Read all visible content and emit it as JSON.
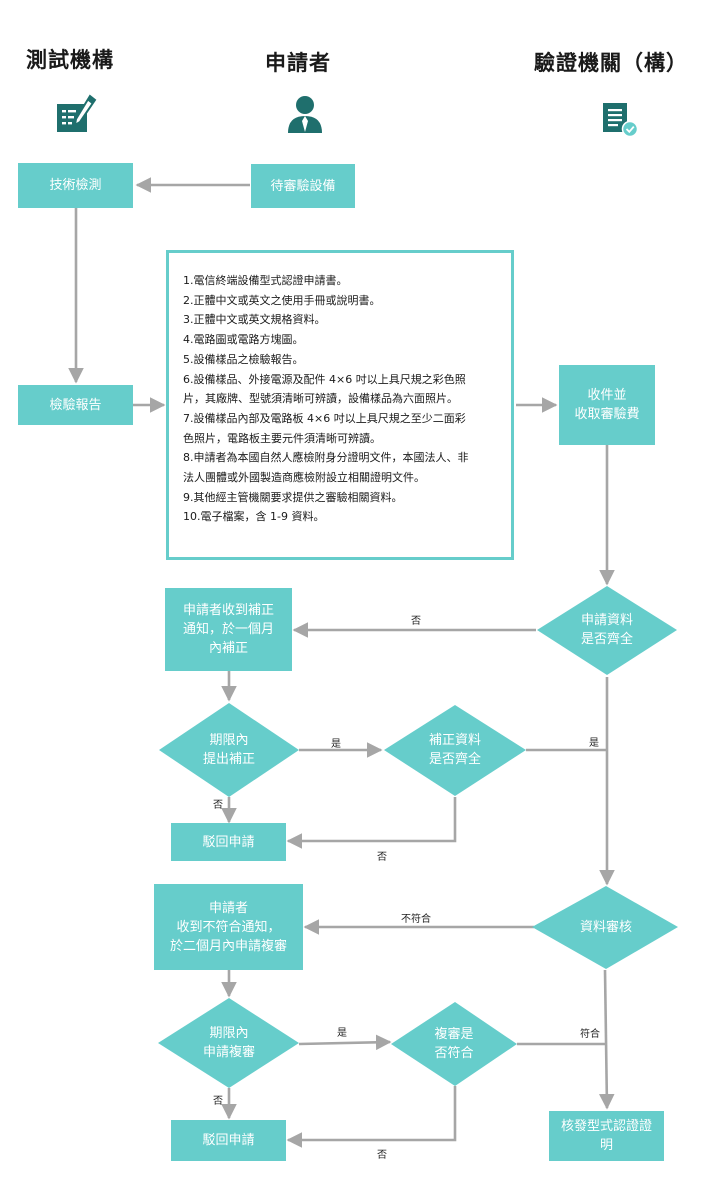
{
  "columns": {
    "testing": "測試機構",
    "applicant": "申請者",
    "certifier": "驗證機關（構）"
  },
  "icons": {
    "testing": "pen-form-icon",
    "applicant": "person-icon",
    "certifier": "document-check-icon"
  },
  "colors": {
    "accent": "#66cdcb",
    "arrow": "#a6a6a6"
  },
  "boxes": {
    "tech_test": "技術檢測",
    "pending_equipment": "待審驗設備",
    "test_report": "檢驗報告",
    "receive_fee": "收件並\n收取審驗費",
    "correction_notice": "申請者收到補正\n通知，於一個月\n內補正",
    "reject_1": "駁回申請",
    "nonconform_notice": "申請者\n收到不符合通知，\n於二個月內申請複審",
    "reject_2": "駁回申請",
    "issue_cert": "核發型式認證證明"
  },
  "diamonds": {
    "data_complete": "申請資料\n是否齊全",
    "submit_in_time": "期限內\n提出補正",
    "correction_complete": "補正資料\n是否齊全",
    "data_review": "資料審核",
    "review_in_time": "期限內\n申請複審",
    "review_conform": "複審是\n否符合"
  },
  "labels": {
    "no_1": "否",
    "yes_1": "是",
    "yes_2": "是",
    "no_2": "否",
    "no_3": "否",
    "nonconform": "不符合",
    "yes_3": "是",
    "conform": "符合",
    "no_4": "否",
    "no_5": "否"
  },
  "documents": [
    "1.電信終端設備型式認證申請書。",
    "2.正體中文或英文之使用手冊或說明書。",
    "3.正體中文或英文規格資料。",
    "4.電路圖或電路方塊圖。",
    "5.設備樣品之檢驗報告。",
    "6.設備樣品、外接電源及配件 4×6 吋以上具尺規之彩色照\n片，其廠牌、型號須清晰可辨讀，設備樣品為六面照片。",
    "7.設備樣品內部及電路板 4×6 吋以上具尺規之至少二面彩\n色照片，電路板主要元件須清晰可辨讀。",
    "8.申請者為本國自然人應檢附身分證明文件，本國法人、非\n法人團體或外國製造商應檢附設立相關證明文件。",
    "9.其他經主管機關要求提供之審驗相關資料。",
    "10.電子檔案，含 1-9 資料。"
  ]
}
